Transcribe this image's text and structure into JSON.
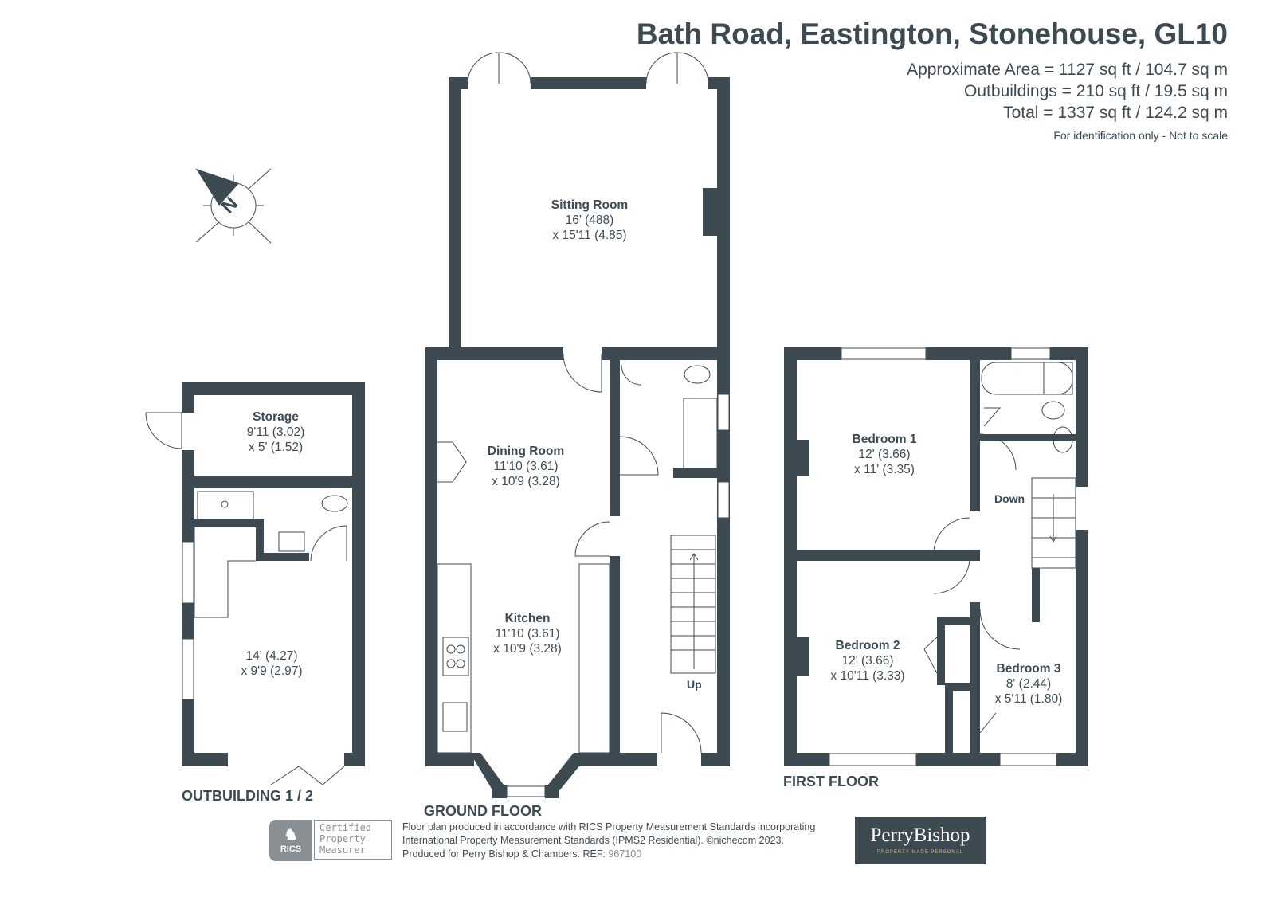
{
  "header": {
    "title": "Bath Road, Eastington, Stonehouse, GL10",
    "approx_area": "Approximate Area = 1127 sq ft / 104.7 sq m",
    "outbuildings": "Outbuildings = 210 sq ft / 19.5 sq m",
    "total": "Total = 1337 sq ft / 124.2 sq m",
    "note": "For identification only - Not to scale"
  },
  "compass": {
    "label": "N",
    "icon": "compass-rose-icon"
  },
  "rooms": {
    "sitting": {
      "name": "Sitting Room",
      "d1": "16' (488)",
      "d2": "x 15'11 (4.85)"
    },
    "dining": {
      "name": "Dining Room",
      "d1": "11'10 (3.61)",
      "d2": "x 10'9 (3.28)"
    },
    "kitchen": {
      "name": "Kitchen",
      "d1": "11'10 (3.61)",
      "d2": "x 10'9 (3.28)"
    },
    "storage": {
      "name": "Storage",
      "d1": "9'11 (3.02)",
      "d2": "x 5' (1.52)"
    },
    "outbuilding": {
      "d1": "14' (4.27)",
      "d2": "x 9'9 (2.97)"
    },
    "bed1": {
      "name": "Bedroom 1",
      "d1": "12' (3.66)",
      "d2": "x 11' (3.35)"
    },
    "bed2": {
      "name": "Bedroom 2",
      "d1": "12' (3.66)",
      "d2": "x 10'11 (3.33)"
    },
    "bed3": {
      "name": "Bedroom 3",
      "d1": "8' (2.44)",
      "d2": "x 5'11 (1.80)"
    }
  },
  "labels": {
    "up": "Up",
    "down": "Down"
  },
  "floors": {
    "ground": "GROUND FLOOR",
    "first": "FIRST FLOOR",
    "outbuilding": "OUTBUILDING 1 / 2"
  },
  "footer": {
    "line1": "Floor plan produced in accordance with RICS Property Measurement Standards incorporating",
    "line2": "International Property Measurement Standards (IPMS2 Residential).   ©nichecom 2023.",
    "line3": "Produced for Perry Bishop & Chambers.   REF:",
    "ref": "967100",
    "rics_logo": "RICS",
    "rics_badge": [
      "Certified",
      "Property",
      "Measurer"
    ],
    "brand": "PerryBishop",
    "brand_tagline": "PROPERTY MADE PERSONAL"
  },
  "colors": {
    "wall": "#3d4a52",
    "brand_bg": "#3d4a52"
  }
}
